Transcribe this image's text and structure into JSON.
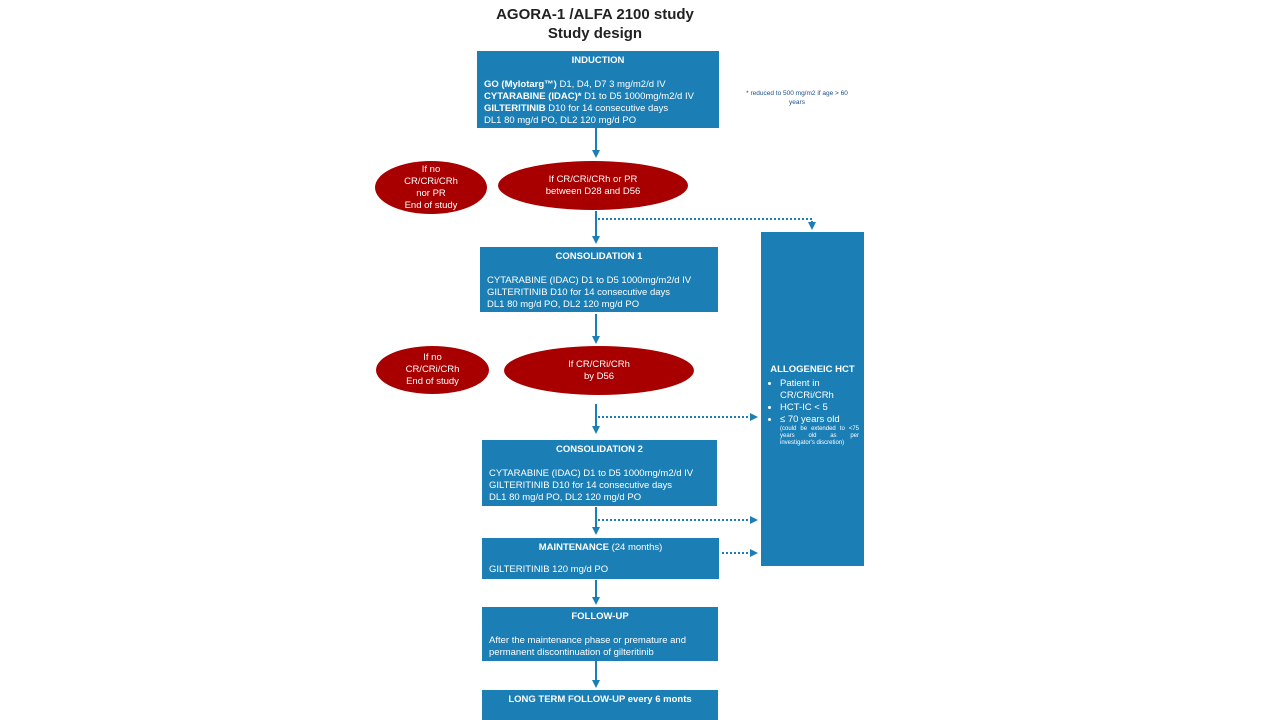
{
  "title": {
    "line1": "AGORA-1 /ALFA 2100 study",
    "line2": "Study design"
  },
  "induction": {
    "header": "INDUCTION",
    "go_bold": "GO (Mylotarg™)",
    "go_rest": " D1, D4, D7 3 mg/m2/d IV",
    "cyt_bold": "CYTARABINE (IDAC)*",
    "cyt_rest": " D1 to D5 1000mg/m2/d  IV",
    "gilt_bold": "GILTERITINIB",
    "gilt_rest": " D10 for 14 consecutive days",
    "dose": "DL1 80 mg/d PO, DL2 120 mg/d PO"
  },
  "footnote": {
    "line1": "* reduced to 500 mg/m2 if age > 60",
    "line2": "years"
  },
  "ellipse_no_1": [
    "If no",
    "CR/CRi/CRh",
    "nor PR",
    "End of study"
  ],
  "ellipse_yes_1": [
    "If CR/CRi/CRh or PR",
    "between D28 and D56"
  ],
  "consolidation1": {
    "header": "CONSOLIDATION 1",
    "lines": [
      "CYTARABINE (IDAC) D1 to D5 1000mg/m2/d  IV",
      "GILTERITINIB D10 for 14 consecutive days",
      "DL1 80 mg/d PO, DL2 120 mg/d PO"
    ]
  },
  "ellipse_no_2": [
    "If no",
    "CR/CRi/CRh",
    "End of study"
  ],
  "ellipse_yes_2": [
    "If CR/CRi/CRh",
    "by D56"
  ],
  "consolidation2": {
    "header": "CONSOLIDATION 2",
    "lines": [
      "CYTARABINE (IDAC) D1 to D5 1000mg/m2/d  IV",
      "GILTERITINIB D10 for 14 consecutive days",
      "DL1 80 mg/d PO, DL2 120 mg/d PO"
    ]
  },
  "maintenance": {
    "header_bold": "MAINTENANCE",
    "header_rest": " (24 months)",
    "line": "GILTERITINIB 120 mg/d PO"
  },
  "followup": {
    "header": "FOLLOW-UP",
    "lines": [
      "After the maintenance phase or premature and",
      "permanent discontinuation of gilteritinib"
    ]
  },
  "longterm": {
    "header": "LONG TERM FOLLOW-UP every 6 monts"
  },
  "allogeneic": {
    "header": "ALLOGENEIC HCT",
    "items": [
      "Patient in CR/CRi/CRh",
      "HCT-IC < 5",
      "≤ 70 years old"
    ],
    "note": "(could be extended to <75 years old as per investigator's discretion)"
  },
  "colors": {
    "box": "#1b7fb6",
    "ellipse": "#a80000",
    "arrow": "#1b7fb6"
  }
}
